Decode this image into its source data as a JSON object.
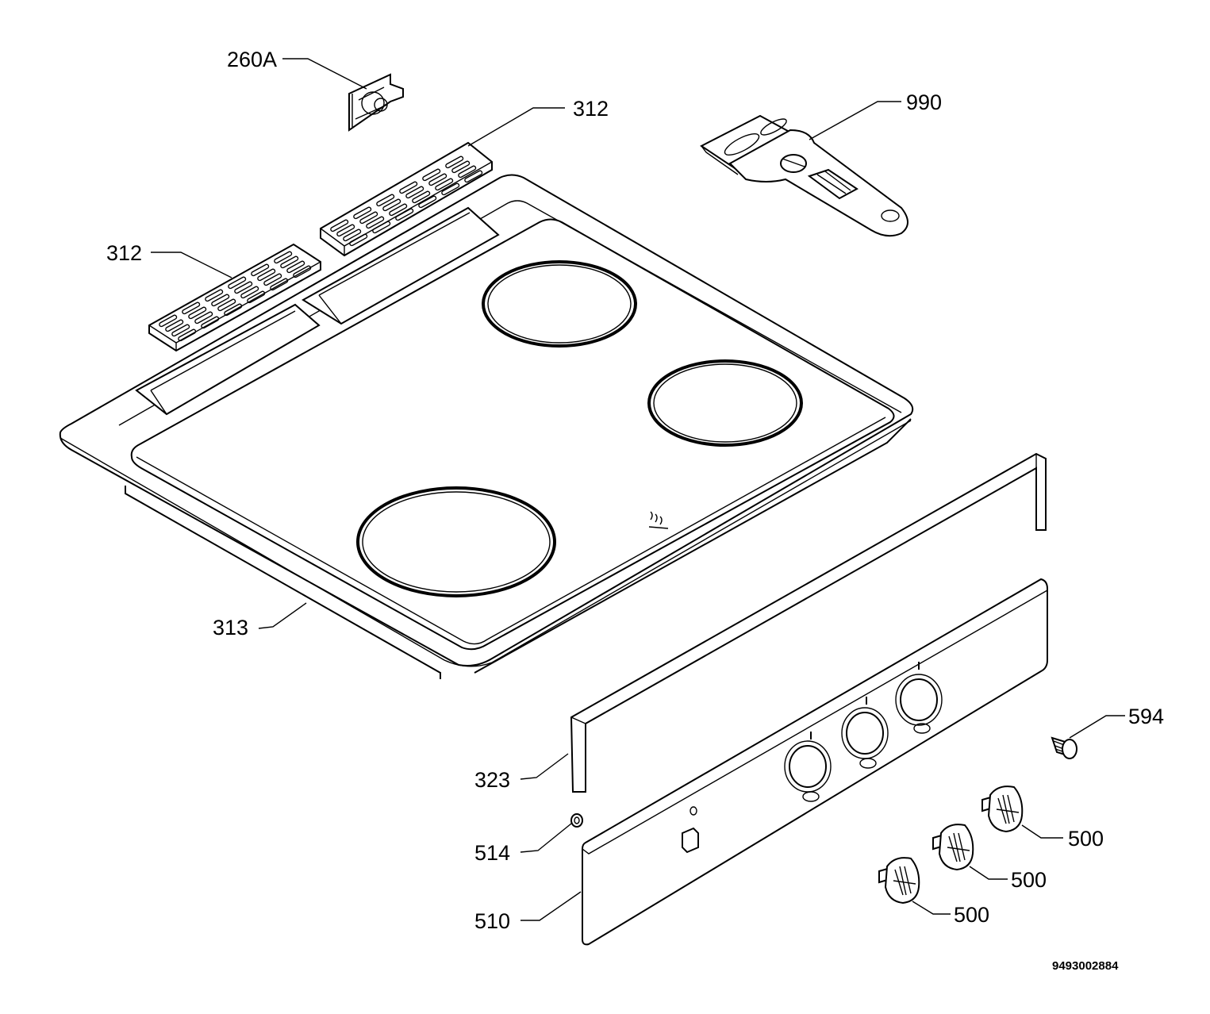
{
  "diagram": {
    "drawing_number": "9493002884",
    "callouts": {
      "clip": "260A",
      "vent_grille_rear": "312",
      "vent_grille_front": "312",
      "scraper": "990",
      "hob_glass": "313",
      "trim_strip": "323",
      "screw": "594",
      "knob_1": "500",
      "knob_2": "500",
      "knob_3": "500",
      "indicator_lens": "514",
      "control_panel": "510"
    }
  }
}
